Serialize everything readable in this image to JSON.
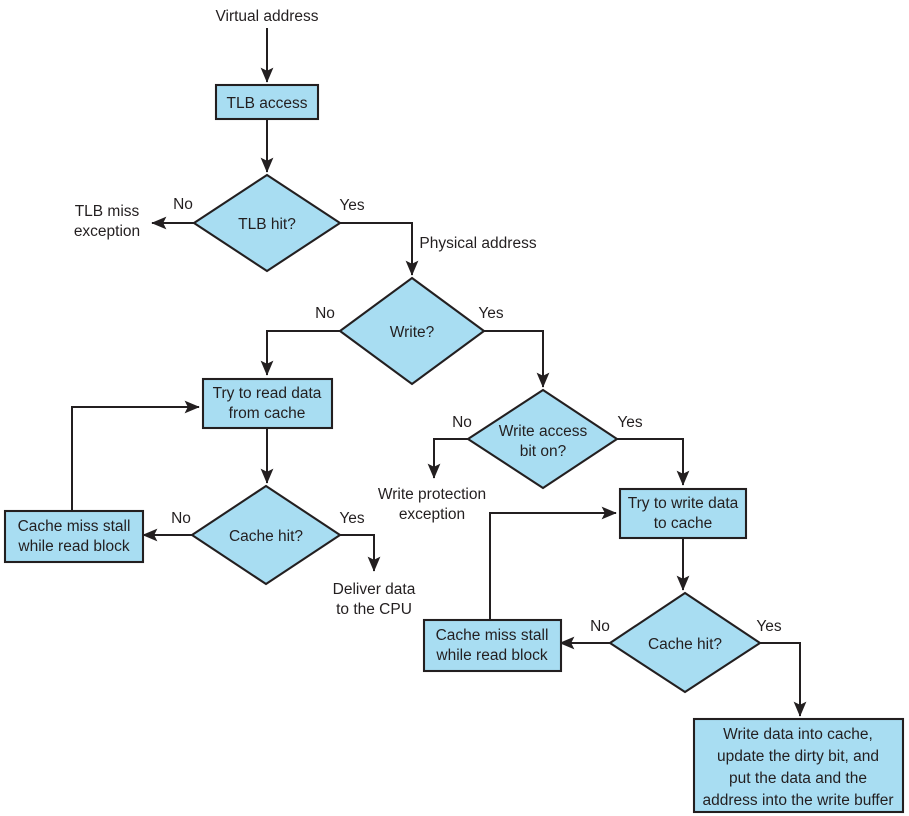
{
  "diagram": {
    "title": "Virtual memory TLB, cache read and write flowchart",
    "colors": {
      "node_fill": "#a8ddf2",
      "node_stroke": "#231f20",
      "edge_stroke": "#231f20",
      "text": "#231f20",
      "background": "#ffffff"
    },
    "start_label": "Virtual address",
    "process_nodes": [
      {
        "id": "tlb-access",
        "text": "TLB access",
        "lines": [
          "TLB access"
        ]
      },
      {
        "id": "try-read-cache",
        "text": "Try to read data from cache",
        "lines": [
          "Try to read data",
          "from cache"
        ]
      },
      {
        "id": "cache-miss-stall-read",
        "text": "Cache miss stall while read block",
        "lines": [
          "Cache miss stall",
          "while read block"
        ]
      },
      {
        "id": "try-write-cache",
        "text": "Try to write data to cache",
        "lines": [
          "Try to write data",
          "to cache"
        ]
      },
      {
        "id": "cache-miss-stall-write",
        "text": "Cache miss stall while read block",
        "lines": [
          "Cache miss stall",
          "while read block"
        ]
      },
      {
        "id": "write-data-into-cache",
        "text": "Write data into cache, update the dirty bit, and put the data and the address into the write buffer",
        "lines": [
          "Write data into cache,",
          "update the dirty bit, and",
          "put the data and the",
          "address into the write buffer"
        ]
      }
    ],
    "decision_nodes": [
      {
        "id": "tlb-hit",
        "text": "TLB hit?",
        "lines": [
          "TLB hit?"
        ],
        "yes_label": "Yes",
        "no_label": "No"
      },
      {
        "id": "write",
        "text": "Write?",
        "lines": [
          "Write?"
        ],
        "yes_label": "Yes",
        "no_label": "No"
      },
      {
        "id": "write-access-bit",
        "text": "Write access bit on?",
        "lines": [
          "Write access",
          "bit on?"
        ],
        "yes_label": "Yes",
        "no_label": "No"
      },
      {
        "id": "cache-hit-read",
        "text": "Cache hit?",
        "lines": [
          "Cache hit?"
        ],
        "yes_label": "Yes",
        "no_label": "No"
      },
      {
        "id": "cache-hit-write",
        "text": "Cache hit?",
        "lines": [
          "Cache hit?"
        ],
        "yes_label": "Yes",
        "no_label": "No"
      }
    ],
    "terminal_labels": [
      {
        "id": "tlb-miss-exception",
        "lines": [
          "TLB miss",
          "exception"
        ]
      },
      {
        "id": "write-protection-exception",
        "lines": [
          "Write protection",
          "exception"
        ]
      },
      {
        "id": "deliver-data-cpu",
        "lines": [
          "Deliver data",
          "to the CPU"
        ]
      }
    ],
    "edge_labels": {
      "physical_address": "Physical address",
      "tlb_hit_no": "No",
      "tlb_hit_yes": "Yes",
      "write_no": "No",
      "write_yes": "Yes",
      "write_access_no": "No",
      "write_access_yes": "Yes",
      "cache_hit_read_no": "No",
      "cache_hit_read_yes": "Yes",
      "cache_hit_write_no": "No",
      "cache_hit_write_yes": "Yes"
    }
  }
}
